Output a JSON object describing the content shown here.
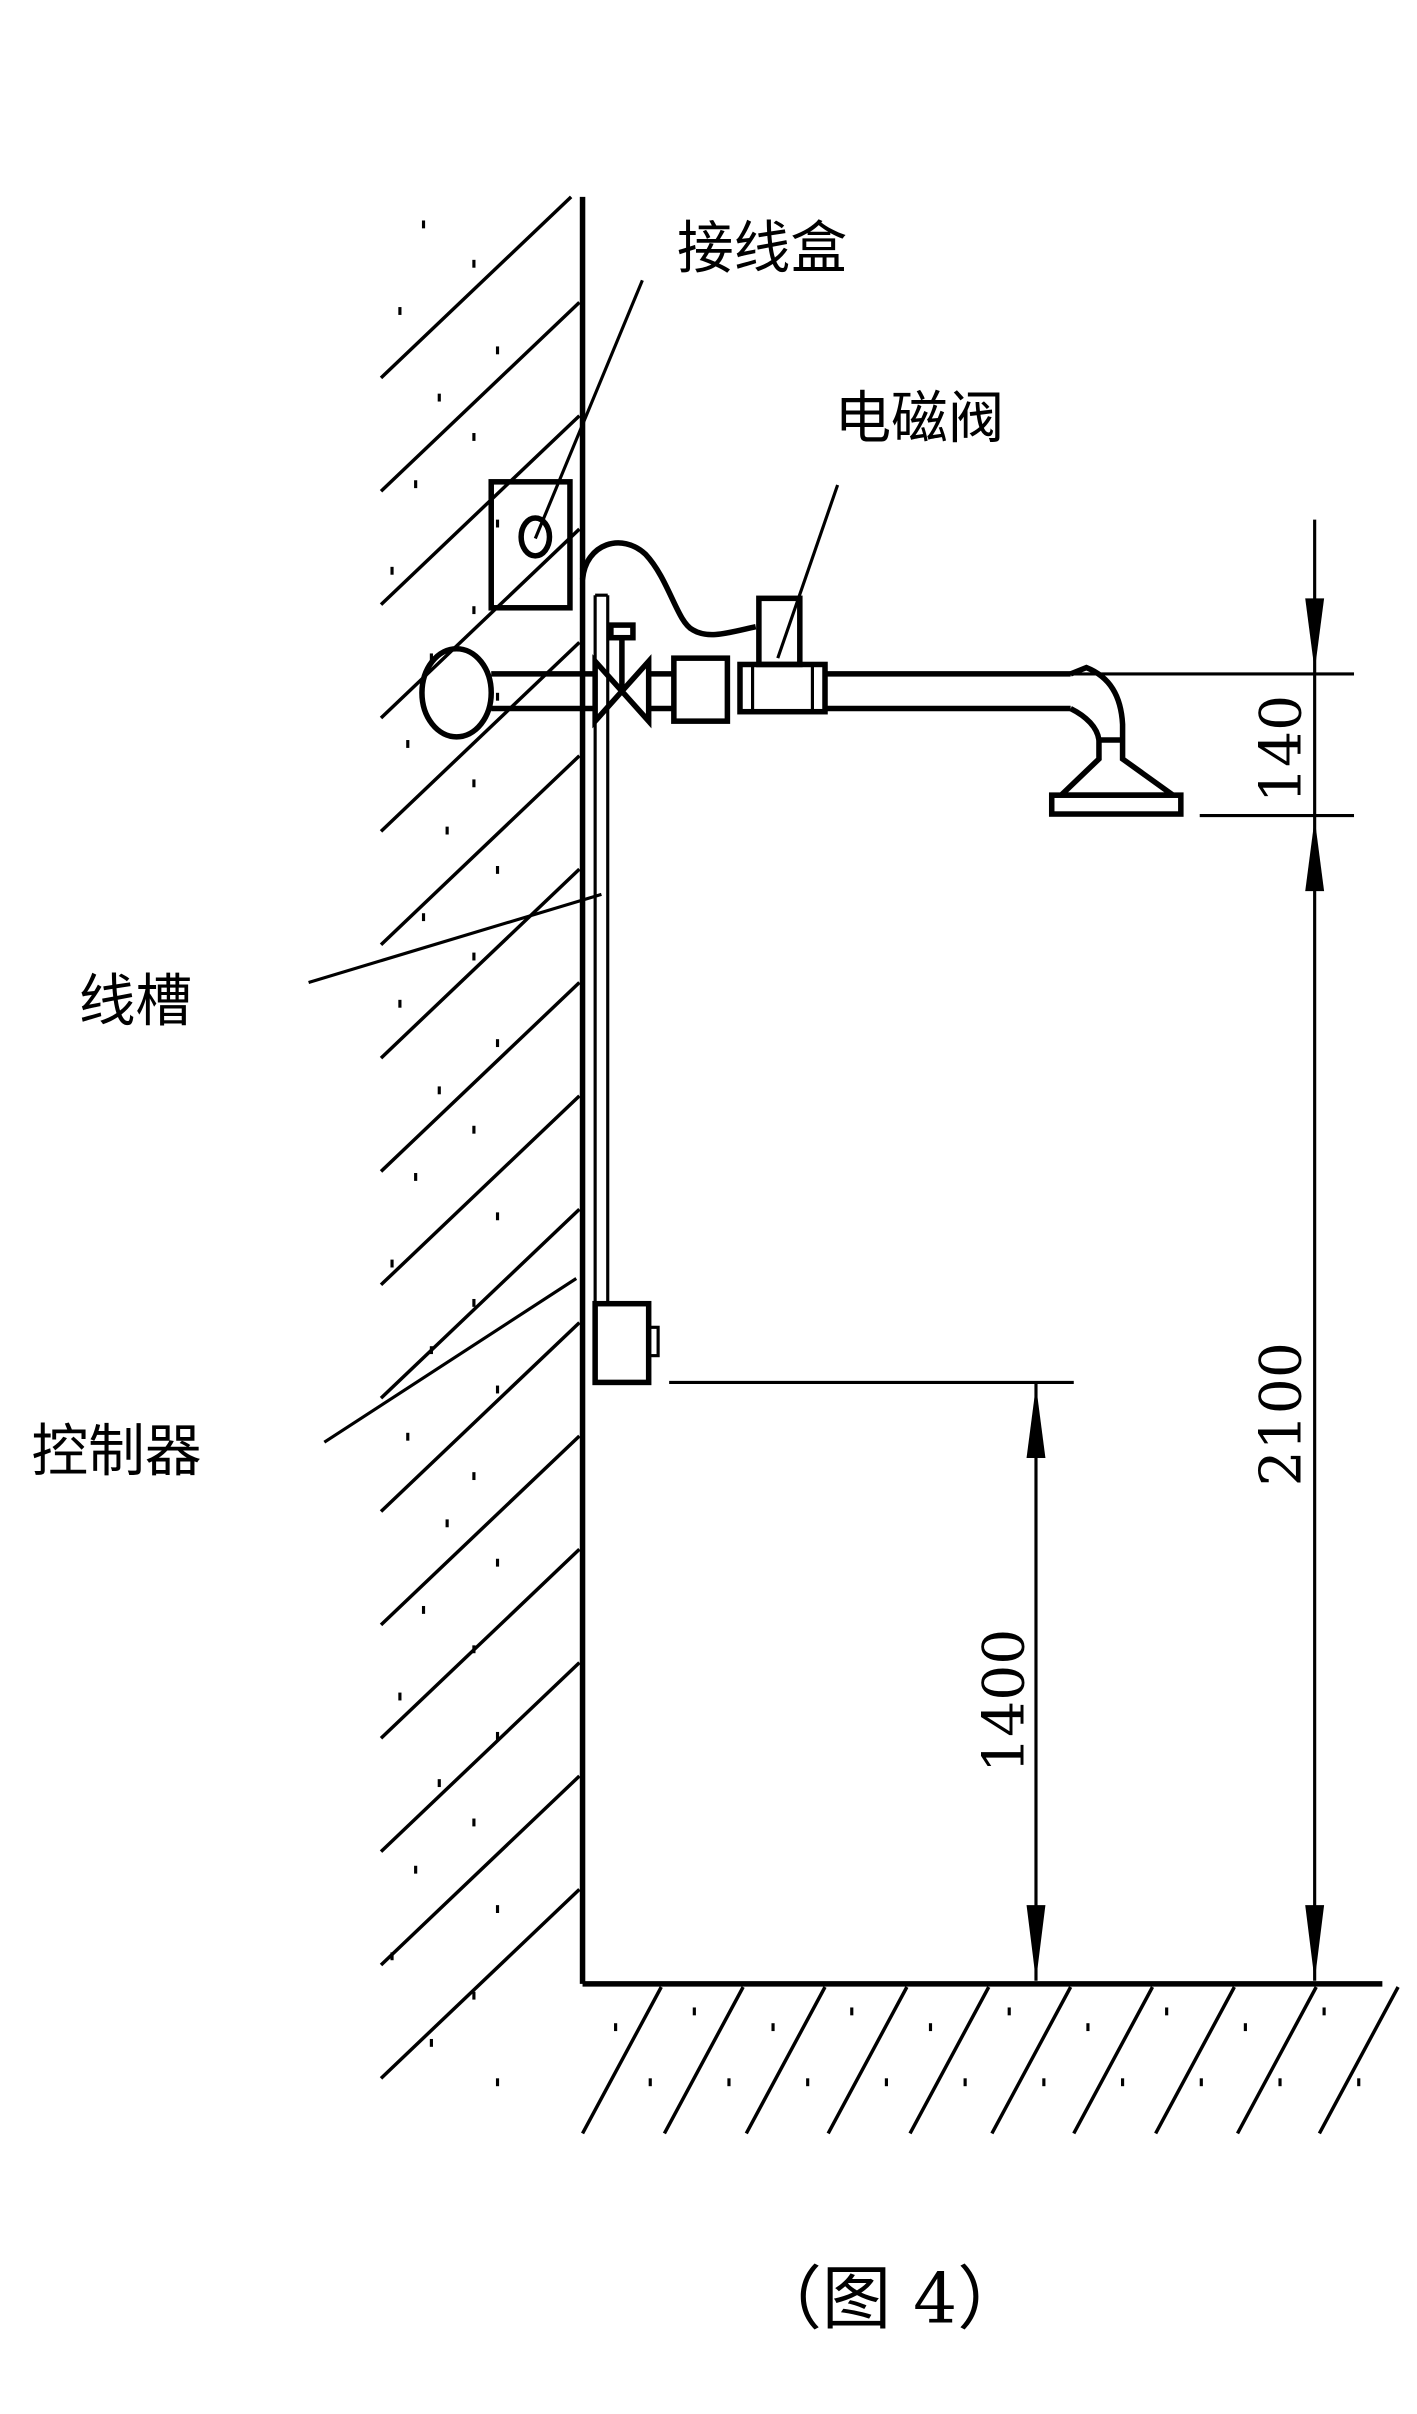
{
  "figure": {
    "caption": "（图 4）",
    "labels": {
      "junction_box": "接线盒",
      "solenoid_valve": "电磁阀",
      "wire_trough": "线槽",
      "controller": "控制器"
    },
    "dimensions": {
      "showerhead_drop": "140",
      "showerhead_height": "2100",
      "controller_height": "1400"
    },
    "line_color": "#000000",
    "background_color": "#ffffff"
  }
}
